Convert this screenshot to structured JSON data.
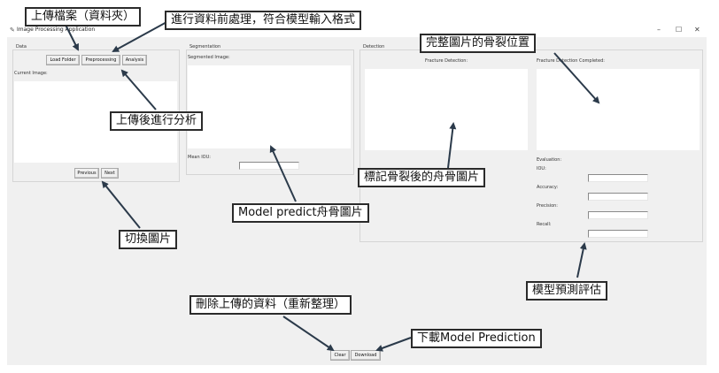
{
  "window": {
    "title": "Image Processing Application",
    "controls": {
      "minimize": "–",
      "maximize": "☐",
      "close": "✕"
    }
  },
  "data_panel": {
    "title": "Data",
    "load_folder": "Load Folder",
    "preprocessing": "Preprocessing",
    "analysis": "Analysis",
    "current_image": "Current Image:",
    "previous": "Previous",
    "next": "Next"
  },
  "segmentation_panel": {
    "title": "Segmentation",
    "segmented_image": "Segmented Image:",
    "mean_iou": "Mean IOU:",
    "mean_iou_value": ""
  },
  "detection_panel": {
    "title": "Detection",
    "fracture_detection": "Fracture Detection:",
    "fracture_detection_completed": "Fracture Detection Completed:",
    "evaluation": "Evaluation:",
    "iou": "IOU:",
    "accuracy": "Accuracy:",
    "precision": "Precision:",
    "recall": "Recall:",
    "iou_value": "",
    "accuracy_value": "",
    "precision_value": "",
    "recall_value": ""
  },
  "bottom": {
    "clear": "Clear",
    "download": "Download"
  },
  "annotations": {
    "upload_folder": "上傳檔案（資料夾）",
    "preprocess": "進行資料前處理，符合模型輸入格式",
    "full_image_location": "完整圖片的骨裂位置",
    "analyze_after_upload": "上傳後進行分析",
    "marked_image": "標記骨裂後的舟骨圖片",
    "model_predict": "Model predict舟骨圖片",
    "switch_image": "切換圖片",
    "model_eval": "模型預測評估",
    "clear_data": "刪除上傳的資料（重新整理）",
    "download_prediction": "下載Model Prediction"
  },
  "colors": {
    "window_bg": "#f0f0f0",
    "canvas": "#ffffff",
    "callout_border": "#2b2b2b"
  }
}
